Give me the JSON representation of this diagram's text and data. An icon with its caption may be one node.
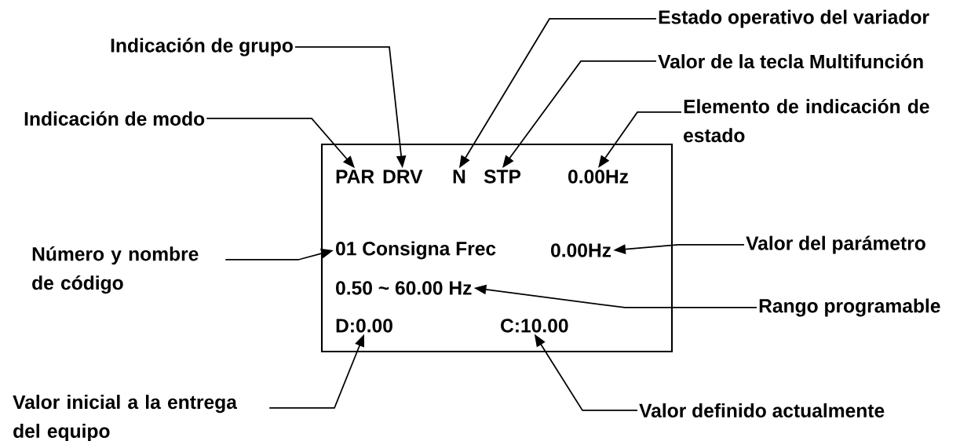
{
  "diagram": {
    "nodes": [
      {
        "text": [],
        "shape": "box"
      },
      {
        "text": [
          "PAR"
        ],
        "in": 0
      },
      {
        "text": [
          "DRV"
        ],
        "in": 0
      },
      {
        "text": [
          "N"
        ],
        "in": 0
      },
      {
        "text": [
          "STP"
        ],
        "in": 0
      },
      {
        "text": [
          "0.00Hz"
        ],
        "in": 0
      },
      {
        "text": [
          "01 Consigna Frec"
        ],
        "in": 0
      },
      {
        "text": [
          "0.00Hz"
        ],
        "in": 0
      },
      {
        "text": [
          "0.50 ~ 60.00 Hz"
        ],
        "in": 0
      },
      {
        "text": [
          "D:0.00"
        ],
        "in": 0
      },
      {
        "text": [
          "C:10.00"
        ],
        "in": 0
      },
      {
        "text": [
          "Estado operativo del variador"
        ]
      },
      {
        "text": [
          "Indicación de grupo"
        ]
      },
      {
        "text": [
          "Valor de la tecla Multifunción"
        ]
      },
      {
        "text": [
          "Elemento de indicación de estado"
        ]
      },
      {
        "text": [
          "Indicación de modo"
        ]
      },
      {
        "text": [
          "Valor del parámetro"
        ]
      },
      {
        "text": [
          "Número y nombre de código"
        ]
      },
      {
        "text": [
          "Rango programable"
        ]
      },
      {
        "text": [
          "Valor inicial a la entrega del equipo"
        ]
      },
      {
        "text": [
          "Valor definido actualmente"
        ]
      }
    ],
    "edges": [
      {
        "from": 11,
        "to": 3,
        "arrow": "to"
      },
      {
        "from": 12,
        "to": 2,
        "arrow": "to"
      },
      {
        "from": 13,
        "to": 4,
        "arrow": "to"
      },
      {
        "from": 14,
        "to": 5,
        "arrow": "to"
      },
      {
        "from": 15,
        "to": 1,
        "arrow": "to"
      },
      {
        "from": 16,
        "to": 7,
        "arrow": "to"
      },
      {
        "from": 17,
        "to": 6,
        "arrow": "to"
      },
      {
        "from": 18,
        "to": 8,
        "arrow": "to"
      },
      {
        "from": 19,
        "to": 9,
        "arrow": "to"
      },
      {
        "from": 20,
        "to": 10,
        "arrow": "to"
      }
    ]
  }
}
